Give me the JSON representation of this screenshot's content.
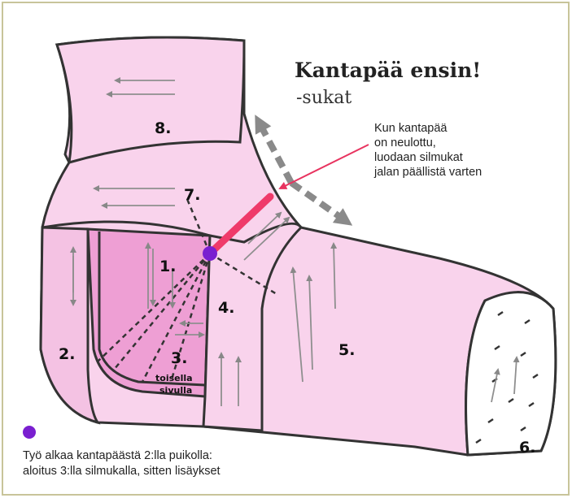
{
  "title": "Kantapää ensin!",
  "subtitle": "-sukat",
  "callout": {
    "lines": [
      "Kun kantapää",
      "on neulottu,",
      "luodaan silmukat",
      "jalan päällistä varten"
    ]
  },
  "sections": {
    "s1": "1.",
    "s2": "2.",
    "s3": "3.",
    "s3_note_1": "toisella",
    "s3_note_2": "sivulla",
    "s4": "4.",
    "s5": "5.",
    "s6": "6.",
    "s7": "7.",
    "s8": "8."
  },
  "footer": {
    "line1": "Työ alkaa kantapäästä 2:lla puikolla:",
    "line2": "aloitus 3:lla silmukalla, sitten lisäykset"
  },
  "colors": {
    "light_pink": "#f9d3ec",
    "mid_pink": "#f2b6df",
    "dark_pink": "#ee9fd4",
    "outline": "#333333",
    "accent_line": "#ef3a6a",
    "start_dot": "#7a1fd0",
    "arrow_gray": "#8a8a8a"
  }
}
